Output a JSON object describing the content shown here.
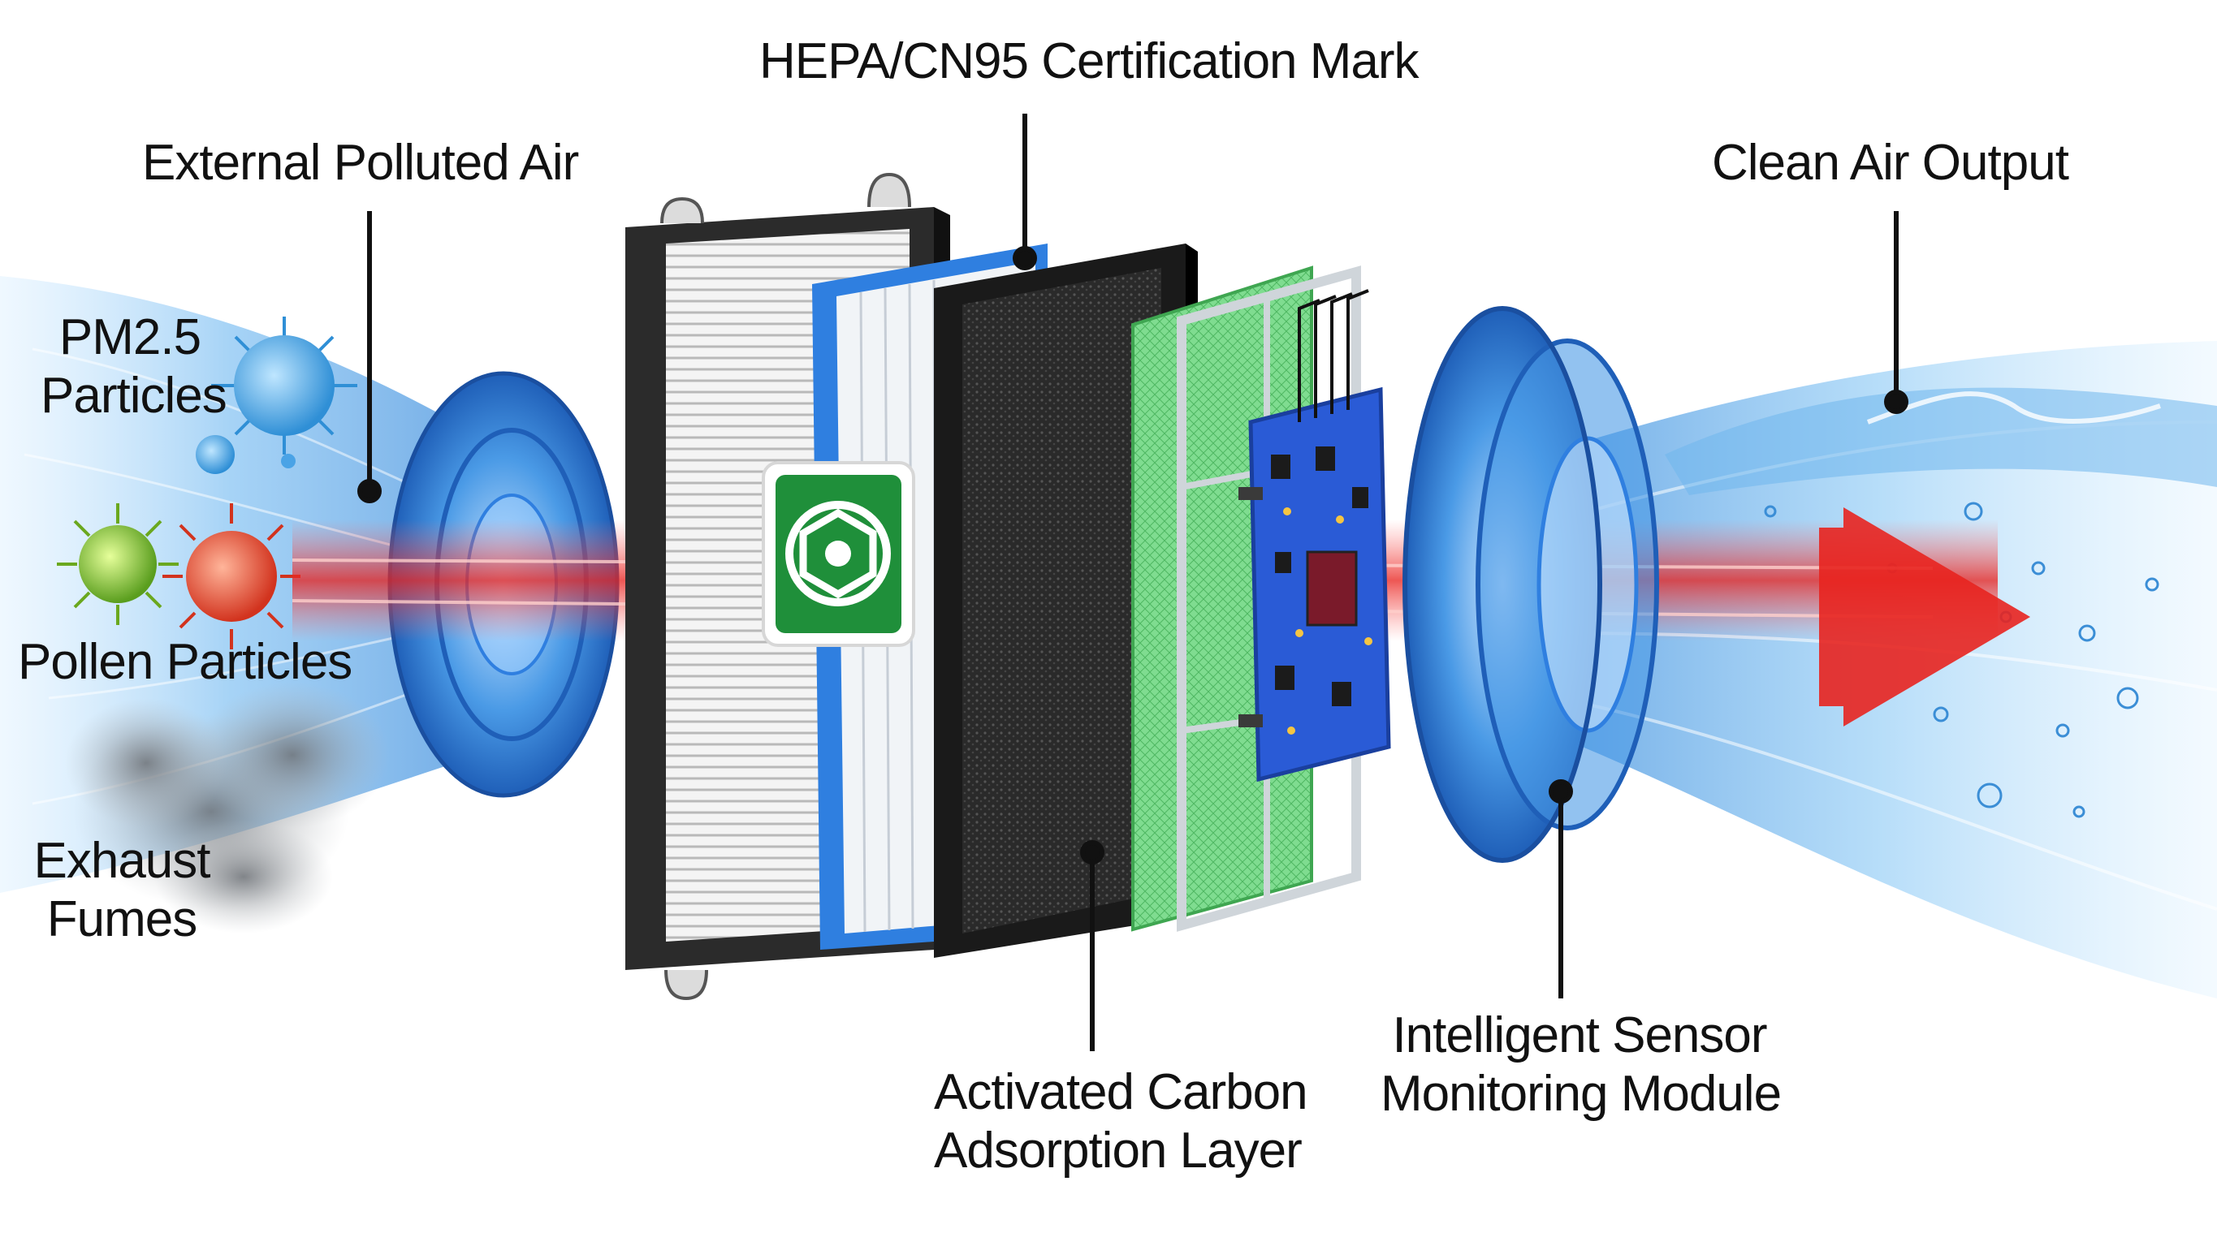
{
  "labels": {
    "certification_mark": "HEPA/CN95 Certification Mark",
    "external_polluted_air": "External Polluted Air",
    "clean_air_output": "Clean Air Output",
    "pm25": [
      "PM2.5",
      "Particles"
    ],
    "pollen": "Pollen Particles",
    "exhaust": [
      "Exhaust",
      "Fumes"
    ],
    "carbon_layer": [
      "Activated Carbon",
      "Adsorption Layer"
    ],
    "sensor_module": [
      "Intelligent Sensor",
      "Monitoring Module"
    ]
  },
  "colors": {
    "airflow_blue": "#4aa3e6",
    "arrow_red": "#e8231f",
    "frame_dark": "#2b2b2b",
    "cert_green": "#1f8f3a",
    "pcb_blue": "#2a5bd6",
    "mesh_green": "#5fce74",
    "fan_blue": "#2f7fe0"
  },
  "icons": {
    "pm25": "virus-particle-icon",
    "pollen": "pollen-particle-icon",
    "certification": "certification-badge-icon",
    "exhaust": "smoke-cloud-icon",
    "water": "water-splash-icon"
  }
}
